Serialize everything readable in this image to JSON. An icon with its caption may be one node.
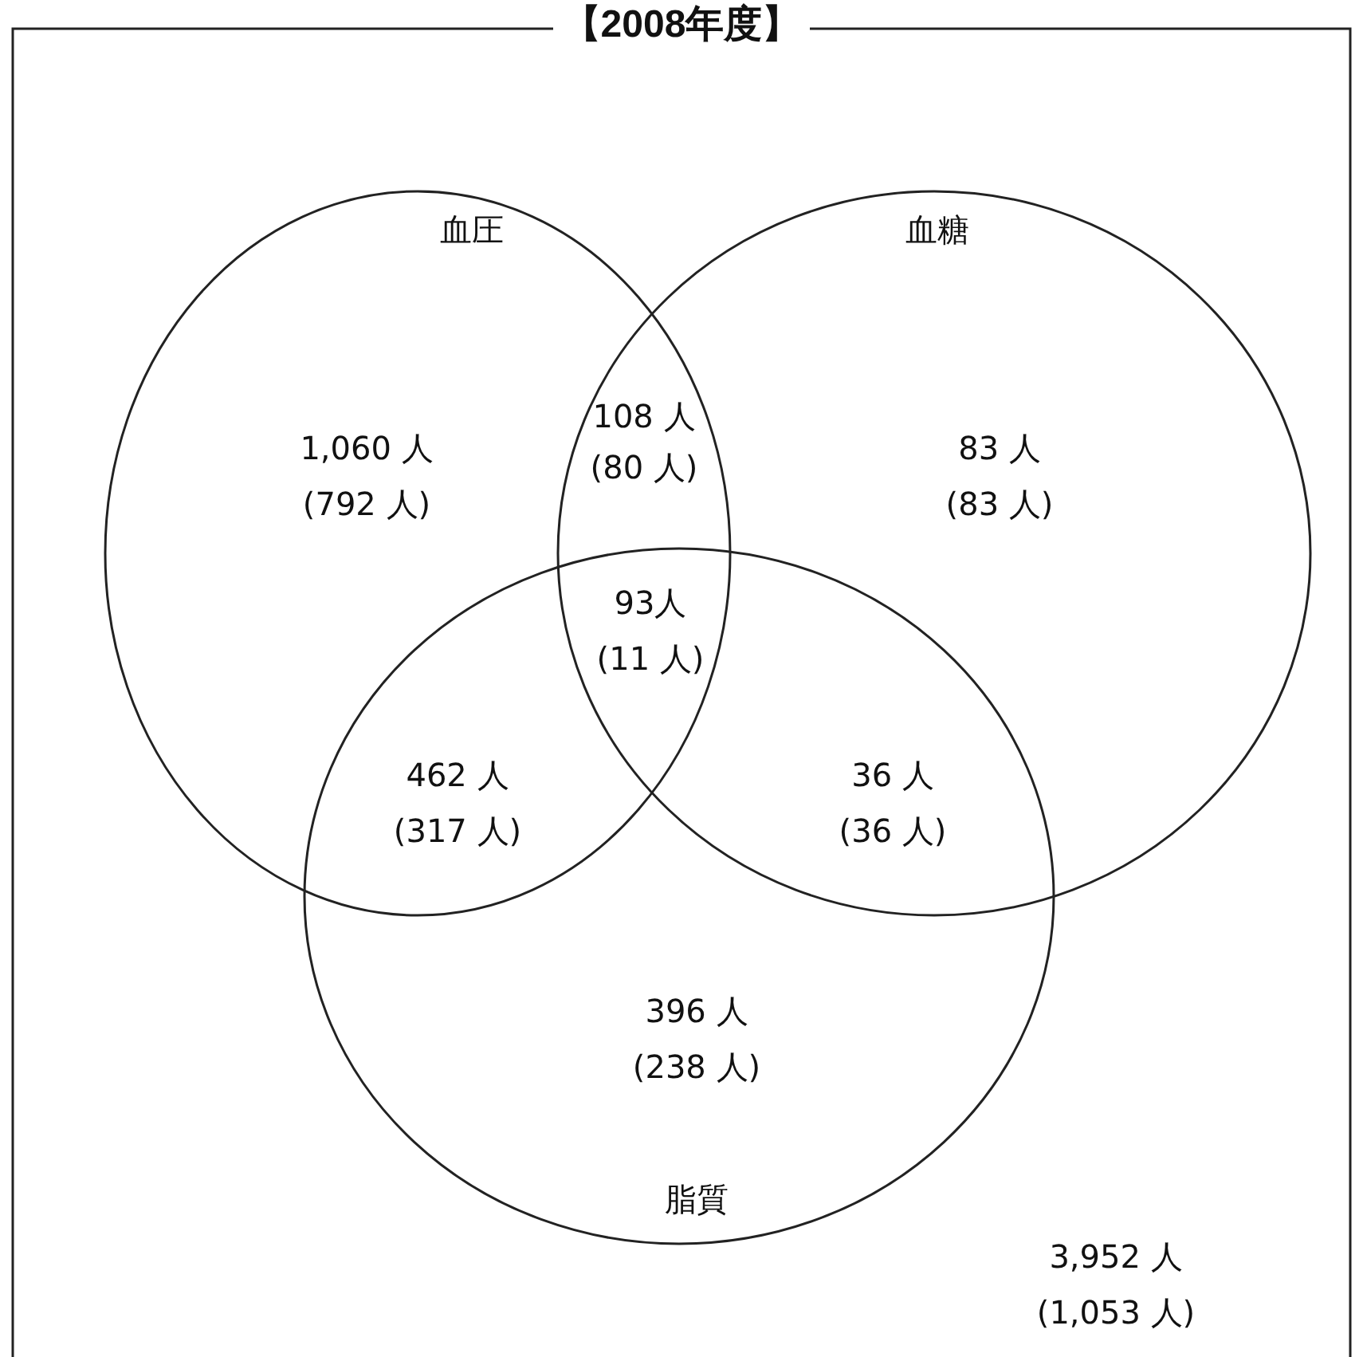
{
  "diagram": {
    "title": "【2008年度】",
    "nodes": [
      {
        "text": [
          "血圧"
        ]
      },
      {
        "text": [
          "血糖"
        ]
      },
      {
        "text": [
          "脂質"
        ]
      }
    ],
    "labels": [
      "1,060 人",
      "(792 人)",
      "108 人",
      "(80 人)",
      "83 人",
      "(83 人)",
      "93人",
      "(11 人)",
      "462 人",
      "(317 人)",
      "36 人",
      "(36 人)",
      "396 人",
      "(238 人)",
      "3,952 人",
      "(1,053 人)"
    ]
  }
}
